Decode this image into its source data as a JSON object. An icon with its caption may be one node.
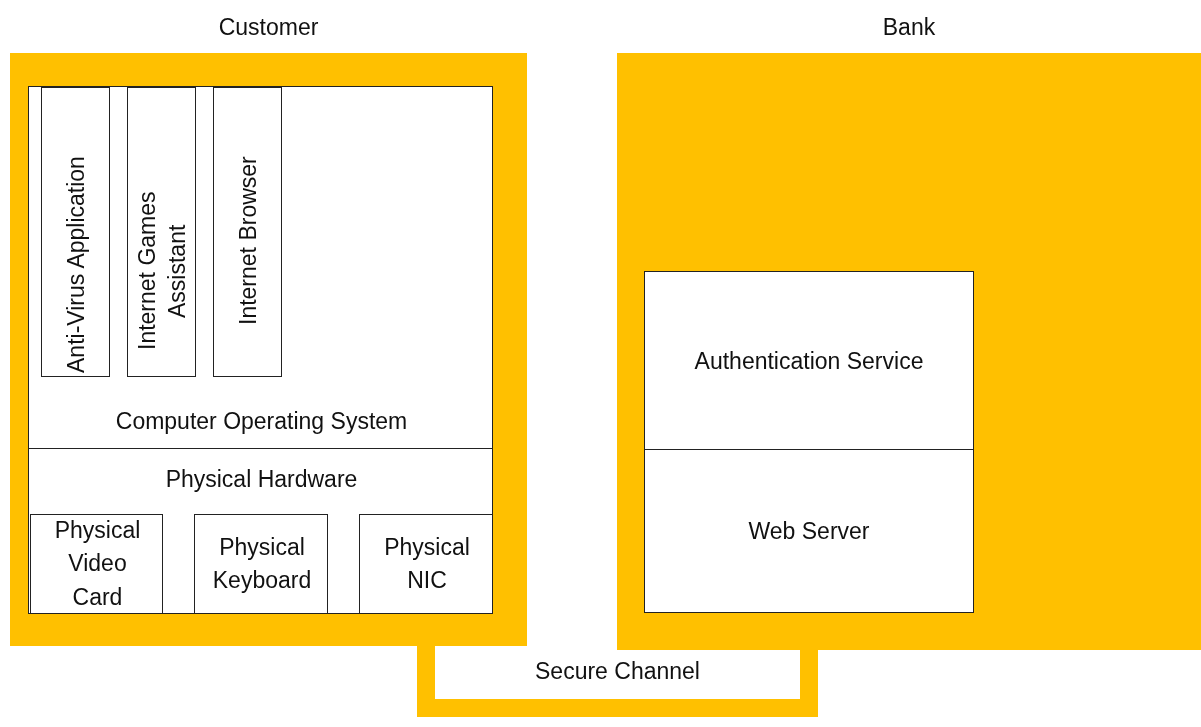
{
  "diagram": {
    "nodes": [
      {
        "text": [
          "Customer"
        ]
      },
      {
        "text": [
          "Computer Operating System"
        ],
        "in": 0
      },
      {
        "text": [
          "Anti-Virus Application"
        ],
        "in": 1
      },
      {
        "text": [
          "Internet Games Assistant"
        ],
        "in": 1
      },
      {
        "text": [
          "Internet Browser"
        ],
        "in": 1
      },
      {
        "text": [
          "Physical Hardware"
        ],
        "in": 0
      },
      {
        "text": [
          "Physical Video Card"
        ],
        "in": 5
      },
      {
        "text": [
          "Physical Keyboard"
        ],
        "in": 5
      },
      {
        "text": [
          "Physical NIC"
        ],
        "in": 5
      },
      {
        "text": [
          "Bank"
        ]
      },
      {
        "text": [
          "Authentication Service"
        ],
        "in": 9
      },
      {
        "text": [
          "Web Server"
        ],
        "in": 9
      }
    ],
    "edges": [
      {
        "from": 8,
        "to": 11,
        "arrow": "none",
        "label": "Secure Channel",
        "color": "#ffc000"
      }
    ]
  }
}
